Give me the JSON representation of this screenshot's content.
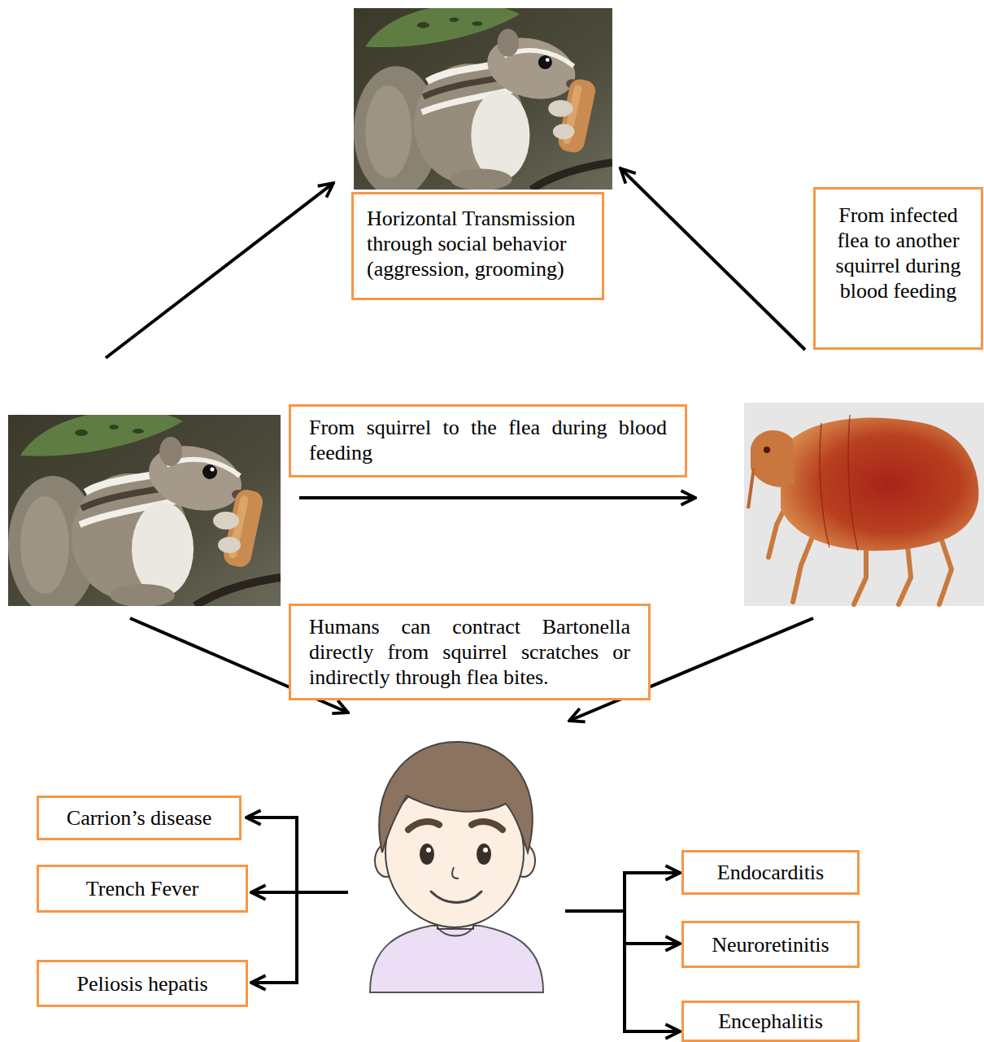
{
  "diagram": {
    "nodes": [
      {
        "text": [
          "Horizontal Transmission through social behavior (aggression, grooming)"
        ]
      },
      {
        "text": [
          "From infected flea to another squirrel during blood feeding"
        ]
      },
      {
        "text": [
          "From squirrel to the flea during blood feeding"
        ]
      },
      {
        "text": [
          "Humans can contract Bartonella directly from squirrel scratches or indirectly through flea bites."
        ]
      },
      {
        "text": [
          "Carrion’s disease"
        ]
      },
      {
        "text": [
          "Endocarditis"
        ]
      },
      {
        "text": [
          "Trench Fever"
        ]
      },
      {
        "text": [
          "Neuroretinitis"
        ]
      },
      {
        "text": [
          "Peliosis hepatis"
        ]
      },
      {
        "text": [
          "Encephalitis"
        ]
      }
    ]
  }
}
